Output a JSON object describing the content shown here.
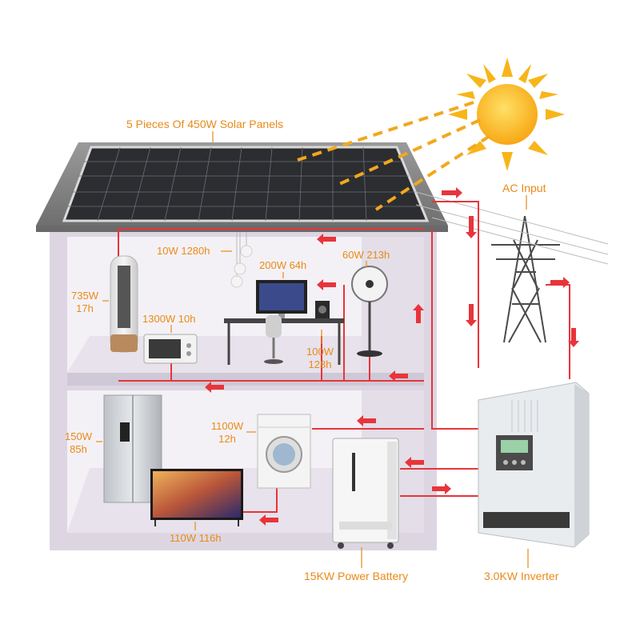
{
  "labels": {
    "solar_panels": "5 Pieces Of 450W Solar Panels",
    "ac_input": "AC Input",
    "lights_spec": "10W 1280h",
    "computer_spec": "200W 64h",
    "fan_spec": "60W 213h",
    "ac_power": "735W",
    "ac_hours": "17h",
    "microwave_spec": "1300W 10h",
    "speaker_power": "100W",
    "speaker_hours": "128h",
    "fridge_power": "150W",
    "fridge_hours": "85h",
    "washer_power": "1100W",
    "washer_hours": "12h",
    "tv_spec": "110W 116h",
    "battery": "15KW Power Battery",
    "inverter": "3.0KW Inverter"
  },
  "colors": {
    "label_orange": "#e98a18",
    "wire_red": "#e8343a",
    "sun_yellow": "#f7b519",
    "sun_ray_dash": "#f2a81d",
    "house_wall": "#ddd6e2",
    "roof": "#8a8a8a",
    "panel": "#2b2d31"
  },
  "icons": {
    "sun": "sun-icon",
    "tower": "transmission-tower-icon",
    "inverter": "inverter-unit-icon",
    "battery": "battery-cabinet-icon"
  }
}
